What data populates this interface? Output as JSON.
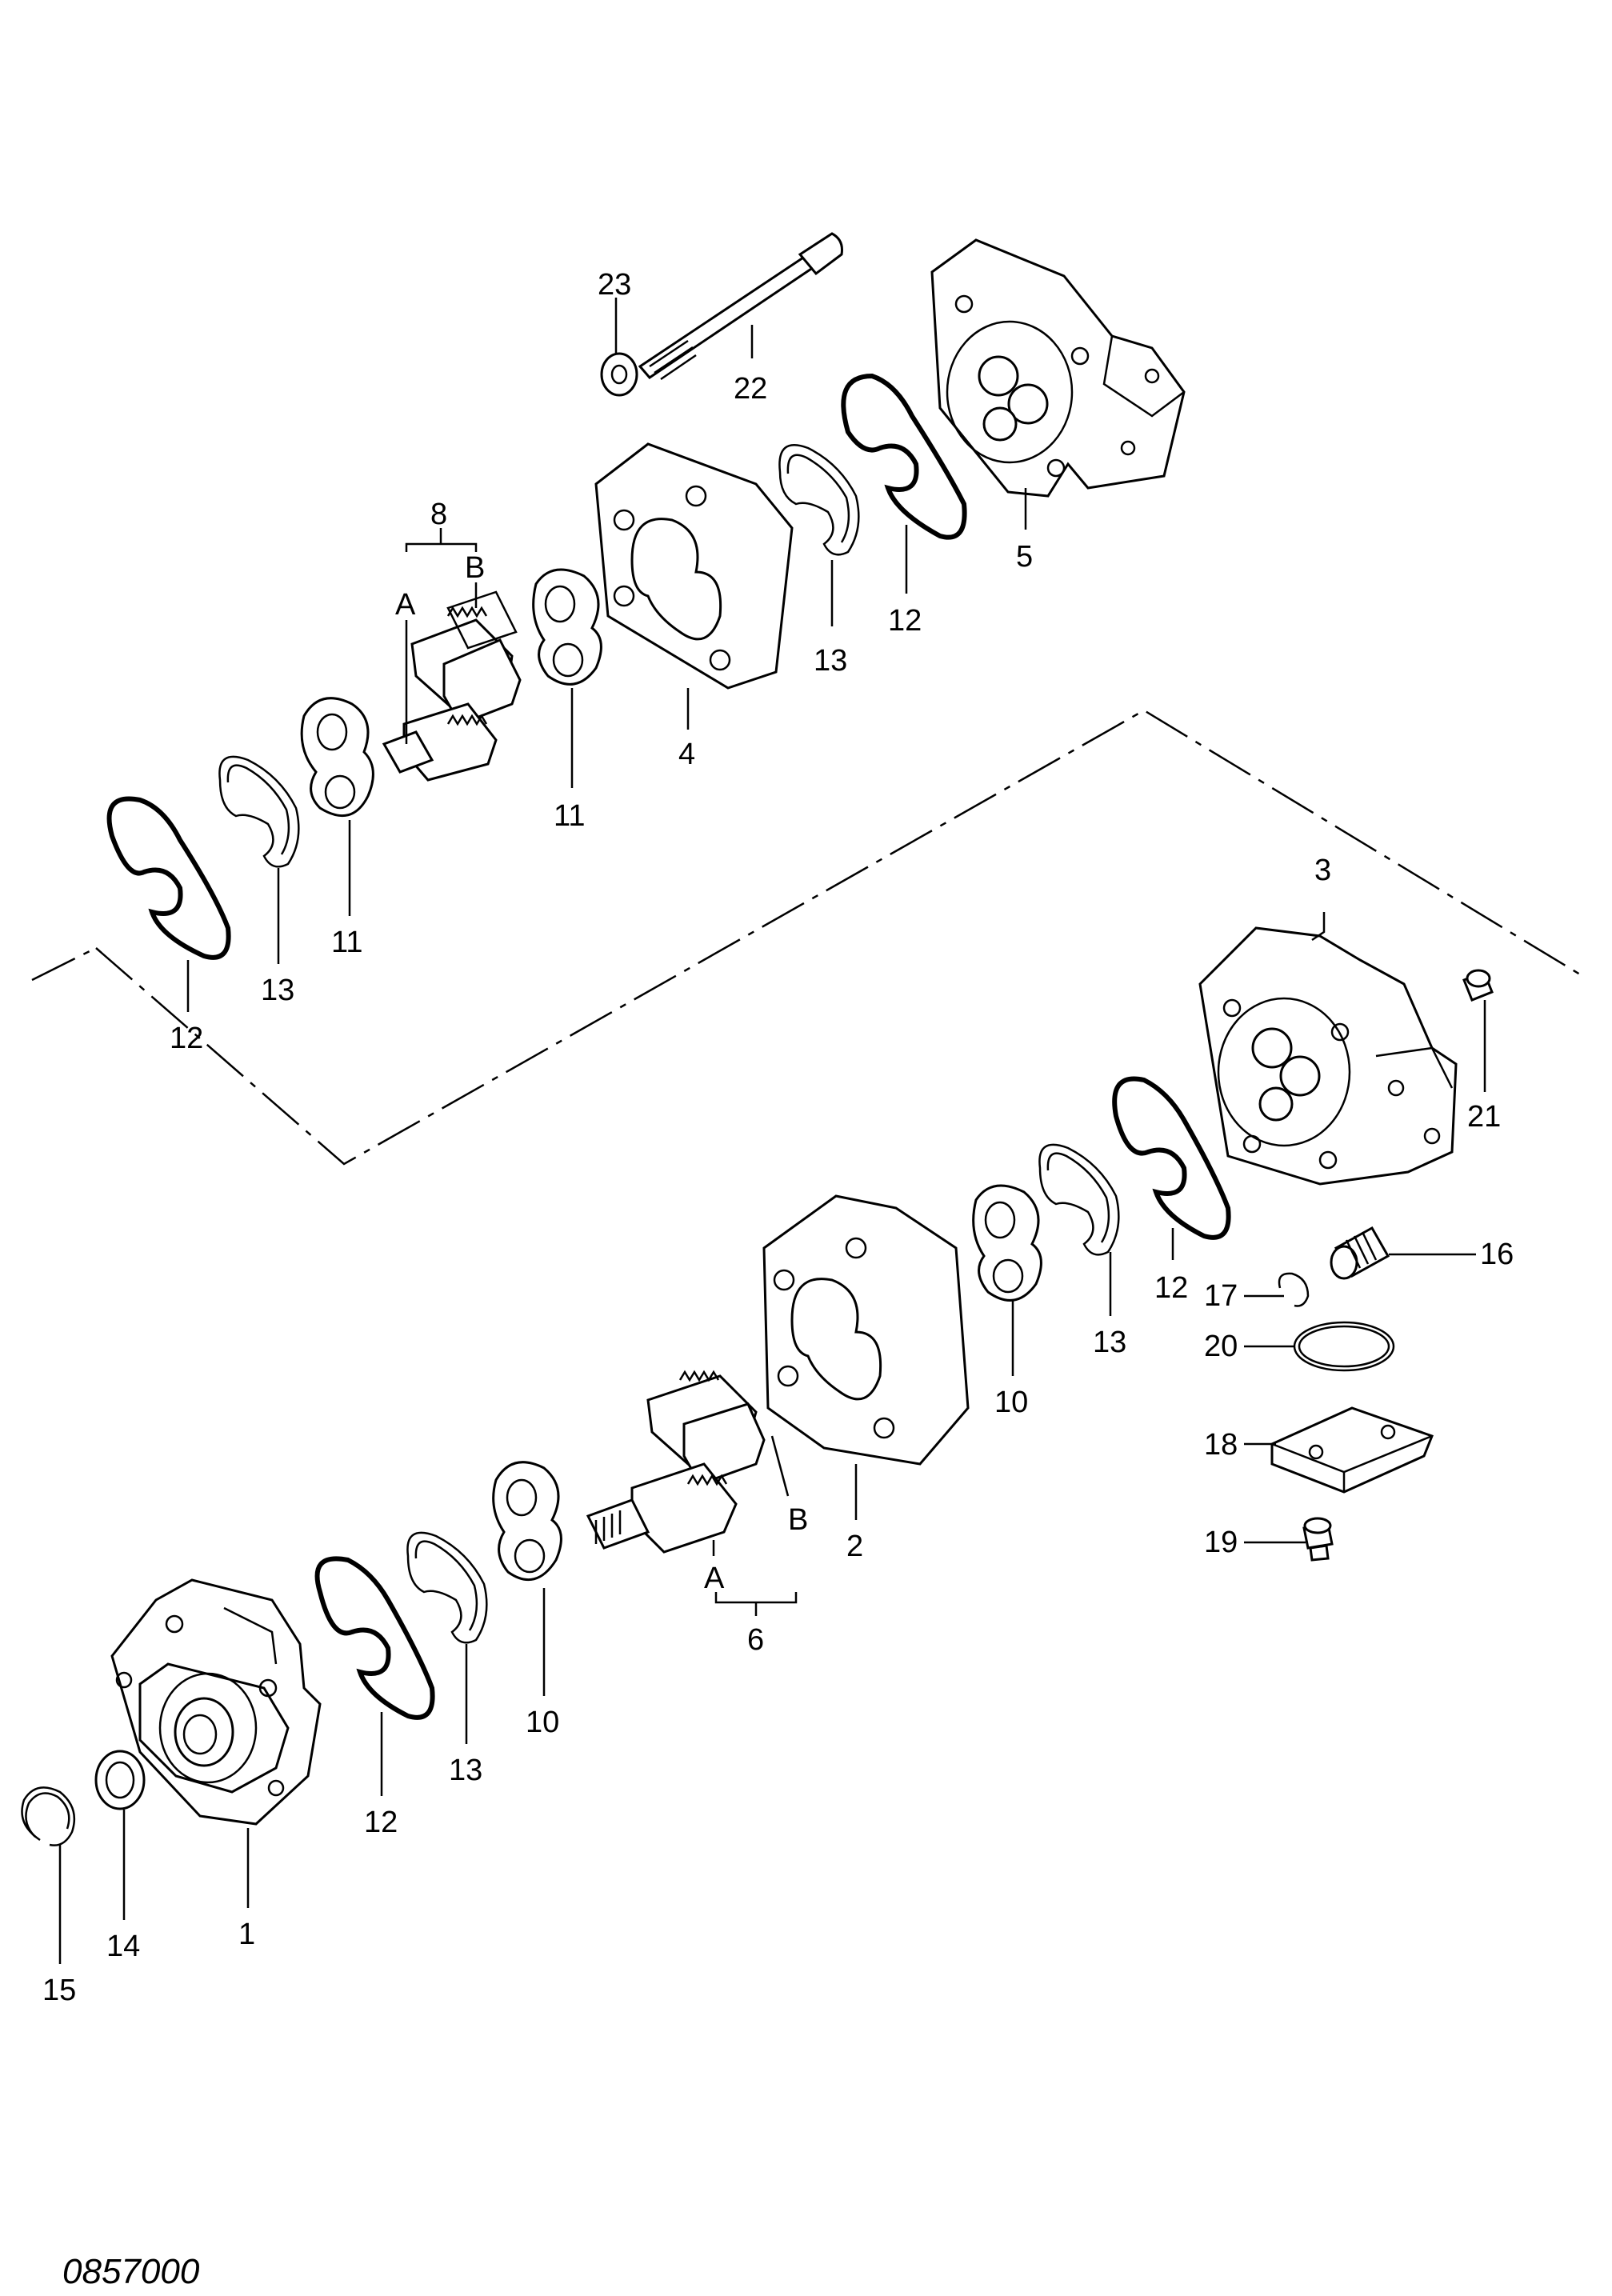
{
  "drawing_number": "0857000",
  "callouts": {
    "c1": "1",
    "c2": "2",
    "c3": "3",
    "c4": "4",
    "c5": "5",
    "c6": "6",
    "c8": "8",
    "c10a": "10",
    "c10b": "10",
    "c11a": "11",
    "c11b": "11",
    "c12a": "12",
    "c12b": "12",
    "c12c": "12",
    "c12d": "12",
    "c13a": "13",
    "c13b": "13",
    "c13c": "13",
    "c13d": "13",
    "c14": "14",
    "c15": "15",
    "c16": "16",
    "c17": "17",
    "c18": "18",
    "c19": "19",
    "c20": "20",
    "c21": "21",
    "c22": "22",
    "c23": "23",
    "a_upper": "A",
    "b_upper": "B",
    "a_lower": "A",
    "b_lower": "B"
  }
}
